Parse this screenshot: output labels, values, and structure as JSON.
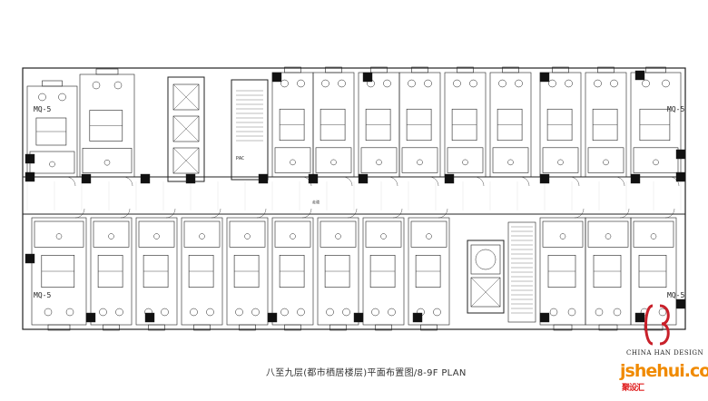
{
  "drawing": {
    "title": "八至九层(都市栖居楼层)平面布置图/8-9F PLAN",
    "unit_tags": [
      "MQ-5",
      "MQ-5",
      "MQ-5",
      "MQ-5"
    ],
    "corridor_label": "走道",
    "shaft_label": "PAC",
    "brand": "CHINA HAN DESIGN",
    "watermark": "jshehui.com",
    "watermark_cn": "聚设汇",
    "logo_color": "#c8202a",
    "line_color": "#222222"
  }
}
